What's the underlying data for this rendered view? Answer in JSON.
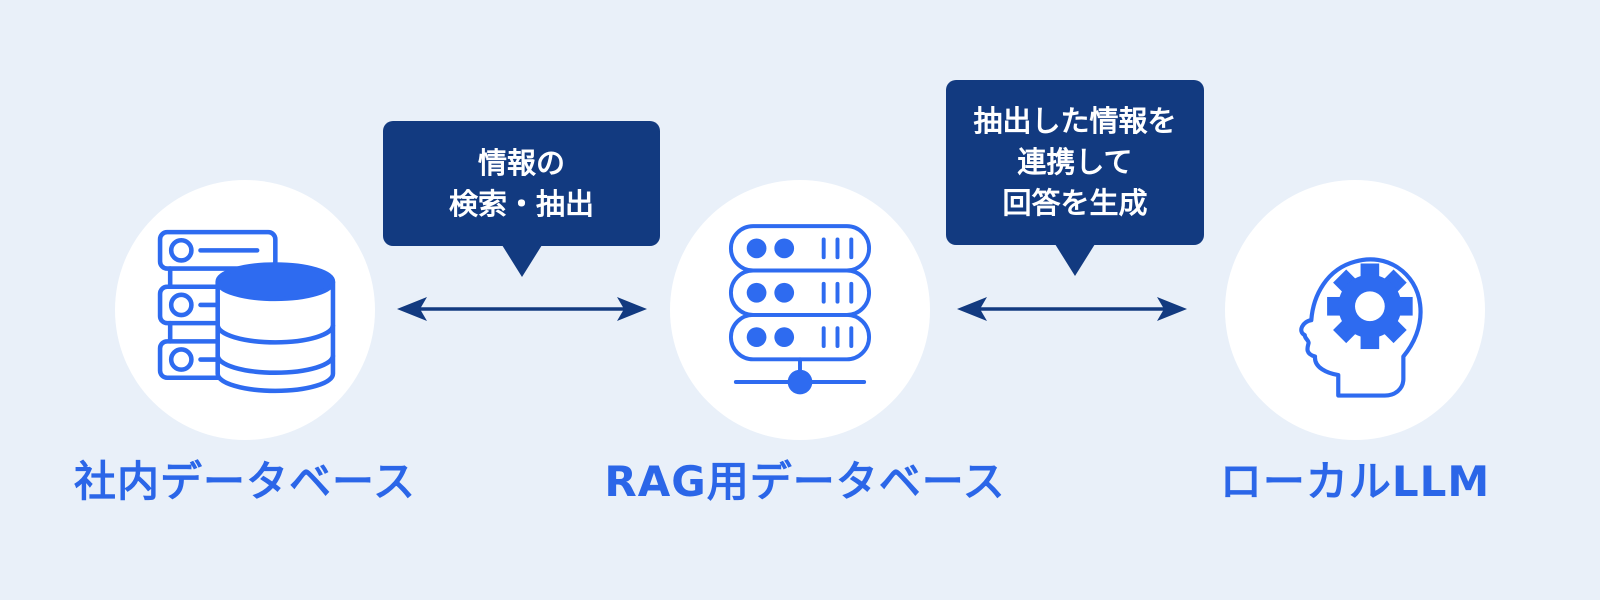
{
  "colors": {
    "background": "#E9F0F9",
    "navy": "#123A80",
    "icon_blue": "#2E6BF0",
    "label_blue": "#2B66E8",
    "circle_fill": "#FFFFFF",
    "callout_text": "#FFFFFF"
  },
  "nodes": [
    {
      "label": "社内データベース",
      "icon": "server-database-icon"
    },
    {
      "label": "RAG用データベース",
      "icon": "server-stack-network-icon"
    },
    {
      "label": "ローカルLLM",
      "icon": "head-with-gear-icon"
    }
  ],
  "callouts": [
    {
      "lines": [
        "情報の",
        "検索・抽出"
      ]
    },
    {
      "lines": [
        "抽出した情報を",
        "連携して",
        "回答を生成"
      ]
    }
  ],
  "arrows": [
    {
      "type": "bidirectional",
      "between": [
        "社内データベース",
        "RAG用データベース"
      ]
    },
    {
      "type": "bidirectional",
      "between": [
        "RAG用データベース",
        "ローカルLLM"
      ]
    }
  ]
}
